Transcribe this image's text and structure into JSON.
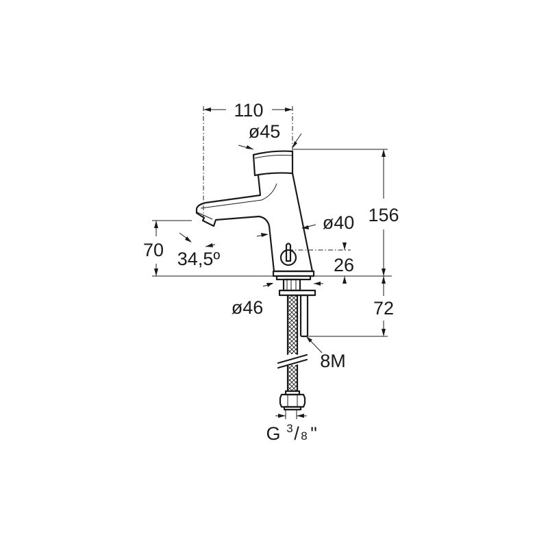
{
  "dimensions": {
    "width_top": "110",
    "head_diameter": "ø45",
    "total_height": "156",
    "body_diameter": "ø40",
    "spout_height": "70",
    "spout_angle": "34,5º",
    "button_height": "26",
    "base_diameter": "ø46",
    "under_height": "72",
    "fixing_thread": "8M",
    "connection_g": "G",
    "connection_num": "3",
    "connection_den": "8",
    "connection_unit": "\""
  },
  "icons": {
    "faucet": "faucet-drawing",
    "hose": "braided-hose-drawing",
    "nut": "hex-nut-drawing"
  }
}
